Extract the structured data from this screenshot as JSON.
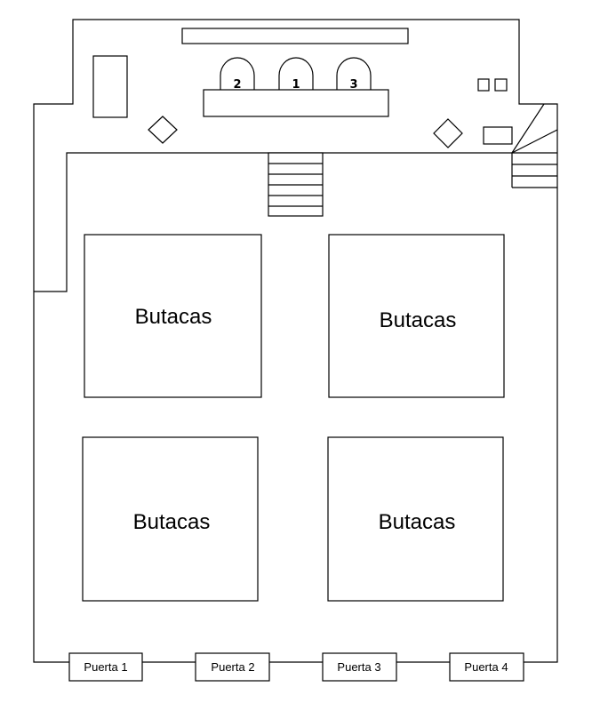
{
  "stage": {
    "microphones": [
      {
        "label": "2"
      },
      {
        "label": "1"
      },
      {
        "label": "3"
      }
    ]
  },
  "seating": [
    {
      "label": "Butacas"
    },
    {
      "label": "Butacas"
    },
    {
      "label": "Butacas"
    },
    {
      "label": "Butacas"
    }
  ],
  "doors": [
    {
      "label": "Puerta 1"
    },
    {
      "label": "Puerta 2"
    },
    {
      "label": "Puerta 3"
    },
    {
      "label": "Puerta 4"
    }
  ]
}
